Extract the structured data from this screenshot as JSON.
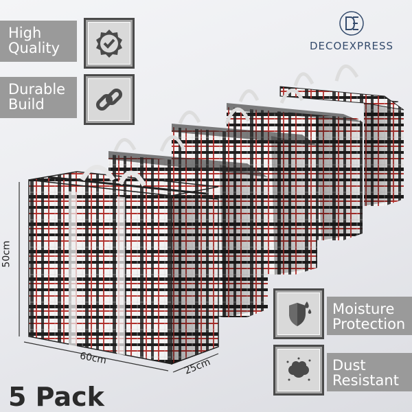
{
  "brand": {
    "name": "DECOEXPRESS",
    "monogram": "DE"
  },
  "features": [
    {
      "line1": "High",
      "line2": "Quality",
      "icon": "badge-check-icon"
    },
    {
      "line1": "Durable",
      "line2": "Build",
      "icon": "chain-link-icon"
    },
    {
      "line1": "Moisture",
      "line2": "Protection",
      "icon": "shield-droplet-icon"
    },
    {
      "line1": "Dust",
      "line2": "Resistant",
      "icon": "dust-cloud-icon"
    }
  ],
  "dimensions": {
    "height": "50cm",
    "width": "60cm",
    "depth": "25cm"
  },
  "pack_label": "5 Pack",
  "colors": {
    "label_bg": "#9a9a9a",
    "box_border": "#4a4a4a",
    "brand": "#334a6b",
    "plaid_red": "#b0302c",
    "plaid_dark": "#1e1e1e"
  }
}
